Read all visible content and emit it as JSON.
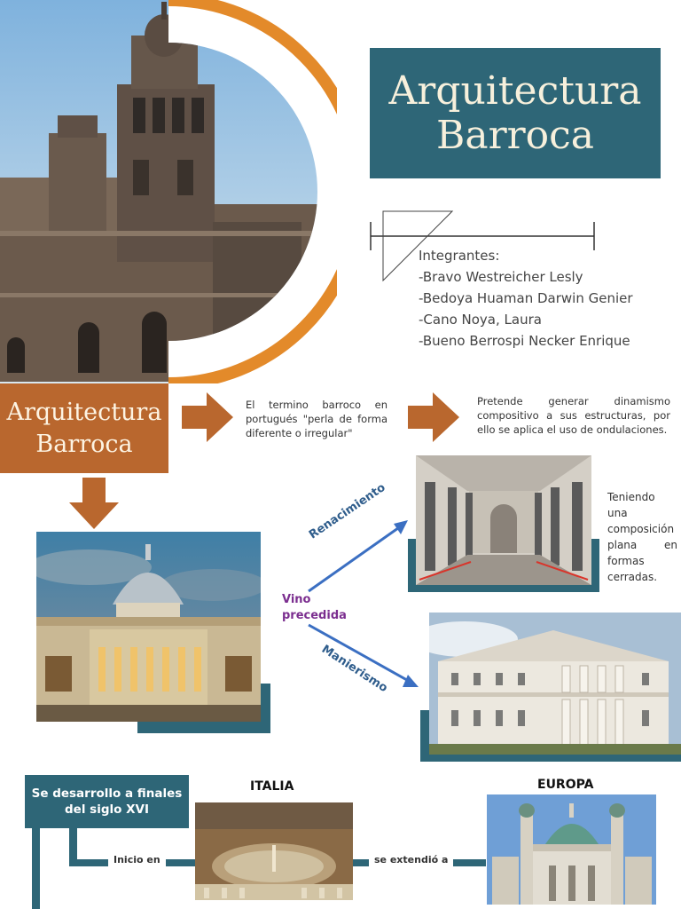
{
  "title_box": {
    "line1": "Arquitectura",
    "line2": "Barroca"
  },
  "orange_box": {
    "line1": "Arquitectura",
    "line2": "Barroca"
  },
  "members": {
    "heading": "Integrantes:",
    "items": [
      "-Bravo Westreicher Lesly",
      "-Bedoya Huaman Darwin Genier",
      "-Cano Noya, Laura",
      "-Bueno Berrospi Necker Enrique"
    ]
  },
  "definition_text": "El termino barroco en portugués \"perla de forma diferente o irregular\"",
  "purpose_text": "Pretende generar dinamismo compositivo a sus estructuras, por ello se aplica el uso de ondulaciones.",
  "renaissance_text": "Teniendo una composición plana en formas cerradas.",
  "preceded_label": "Vino precedida",
  "arrow_labels": {
    "renacimiento": "Renacimiento",
    "manierismo": "Manierismo"
  },
  "timeline": {
    "box": "Se desarrollo a finales del siglo XVI",
    "start": "Inicio en",
    "extended": "se extendió a",
    "italy": "ITALIA",
    "europe": "EUROPA"
  },
  "colors": {
    "teal": "#2e6677",
    "orange_box": "#b9672e",
    "arrow_orange": "#b9672e",
    "ring_orange": "#e38a2a",
    "purple": "#7b2e8f",
    "blue_arrow": "#3b6fc2",
    "label_teal": "#2f5d8c"
  }
}
